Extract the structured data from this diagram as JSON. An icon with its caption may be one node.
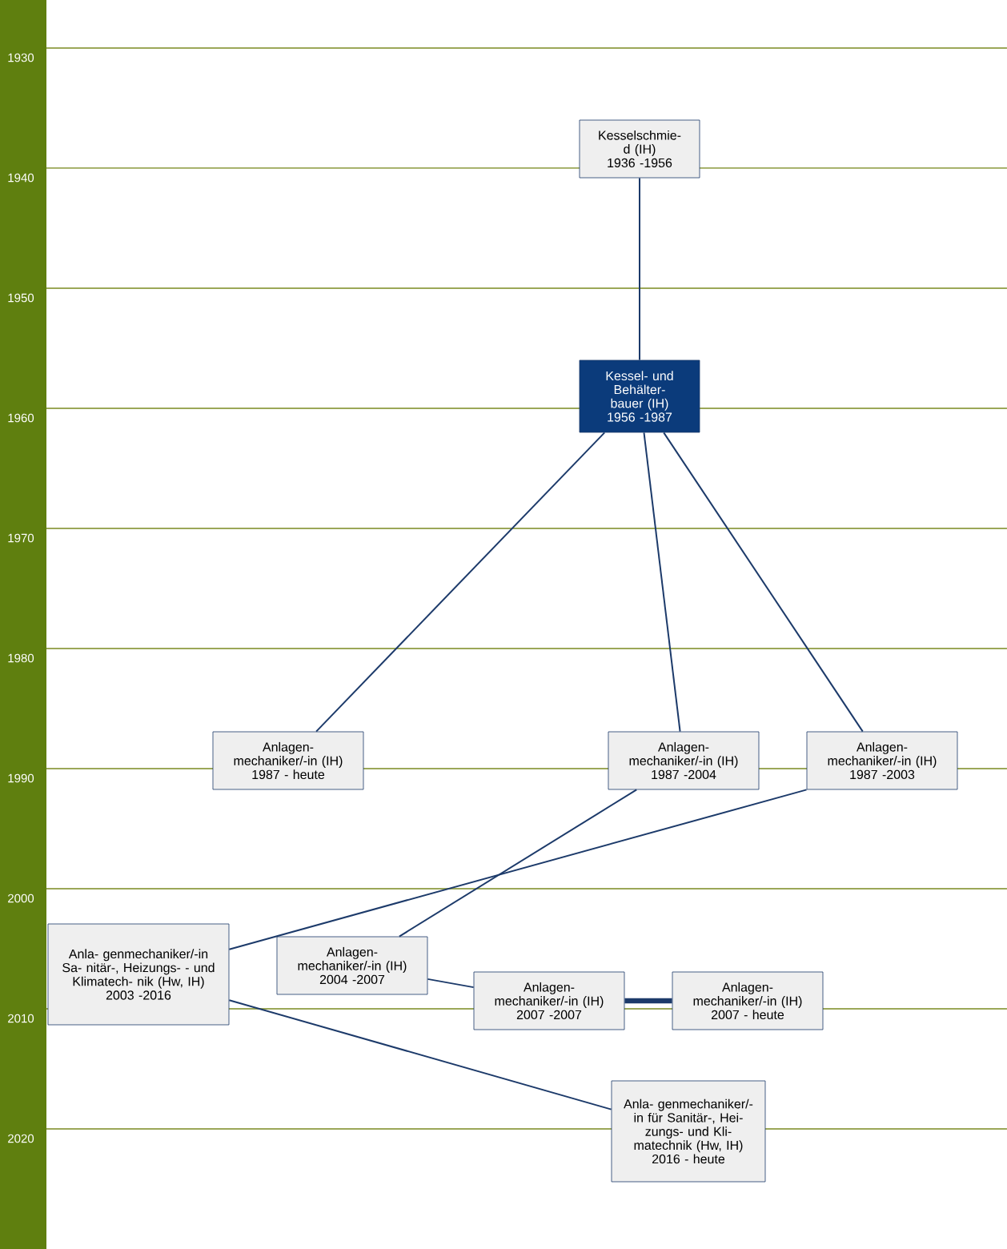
{
  "diagram": {
    "nodes": [
      {
        "text": [
          "Kesselschmie- d (IH)",
          "1936 -1956"
        ]
      },
      {
        "text": [
          "Kessel- und Behälter- bauer (IH)",
          "1956 -1987"
        ]
      },
      {
        "text": [
          "Anlagen- mechaniker/-in (IH)",
          "1987 - heute"
        ]
      },
      {
        "text": [
          "Anlagen- mechaniker/-in (IH)",
          "1987 -2004"
        ]
      },
      {
        "text": [
          "Anlagen- mechaniker/-in (IH)",
          "1987 -2003"
        ]
      },
      {
        "text": [
          "Anla- genmechaniker/-in Sa- nitär-, Heizungs- - und Klimatech- nik (Hw, IH)",
          "2003 -2016"
        ]
      },
      {
        "text": [
          "Anlagen- mechaniker/-in (IH)",
          "2004 -2007"
        ]
      },
      {
        "text": [
          "Anlagen- mechaniker/-in (IH)",
          "2007 -2007"
        ]
      },
      {
        "text": [
          "Anlagen- mechaniker/-in (IH)",
          "2007 - heute"
        ]
      },
      {
        "text": [
          "Anla- genmechaniker/-in für Sanitär-, Hei- zungs- und Kli- matechnik (Hw, IH)",
          "2016 - heute"
        ]
      }
    ],
    "edges": [
      {
        "from": 0,
        "to": 1,
        "arrow": "none"
      },
      {
        "from": 1,
        "to": 2,
        "arrow": "none"
      },
      {
        "from": 1,
        "to": 3,
        "arrow": "none"
      },
      {
        "from": 1,
        "to": 4,
        "arrow": "none"
      },
      {
        "from": 3,
        "to": 6,
        "arrow": "none"
      },
      {
        "from": 4,
        "to": 5,
        "arrow": "none"
      },
      {
        "from": 6,
        "to": 7,
        "arrow": "none"
      },
      {
        "from": 7,
        "to": 8,
        "arrow": "none",
        "style": "thick"
      },
      {
        "from": 5,
        "to": 9,
        "arrow": "none"
      }
    ],
    "labels": [
      "1930",
      "1940",
      "1950",
      "1960",
      "1970",
      "1980",
      "1990",
      "2000",
      "2010",
      "2020"
    ]
  }
}
